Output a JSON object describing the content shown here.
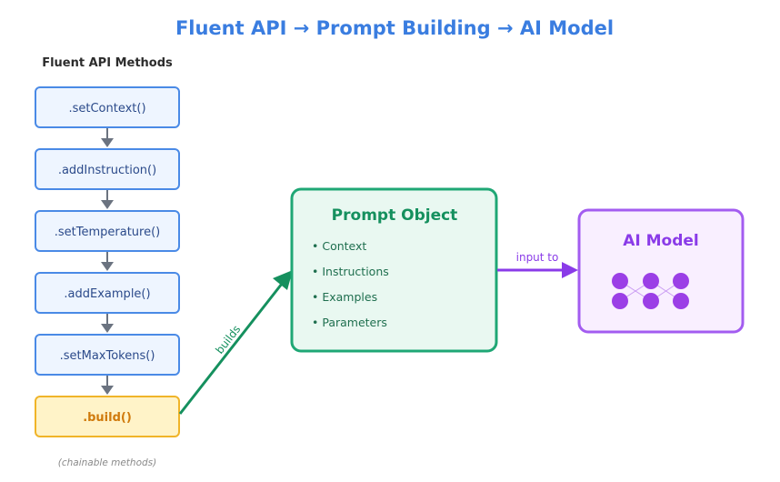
{
  "title": "Fluent API → Prompt Building → AI Model",
  "methods_panel": {
    "heading": "Fluent API Methods",
    "methods": [
      ".setContext()",
      ".addInstruction()",
      ".setTemperature()",
      ".addExample()",
      ".setMaxTokens()"
    ],
    "build": ".build()",
    "caption": "(chainable methods)"
  },
  "prompt_object": {
    "title": "Prompt Object",
    "items": [
      "• Context",
      "• Instructions",
      "• Examples",
      "• Parameters"
    ]
  },
  "ai_model": {
    "title": "AI Model",
    "icon": "neural-network-icon"
  },
  "edges": {
    "builds": "builds",
    "input_to": "input to"
  },
  "colors": {
    "title": "#3a7de0",
    "method_fill": "#eef5ff",
    "method_stroke": "#4a8ae6",
    "build_fill": "#fff3c8",
    "build_stroke": "#f0b429",
    "connector": "#6b7380",
    "prompt_fill": "#e9f8f1",
    "prompt_stroke": "#1fa775",
    "ai_fill": "#f9efff",
    "ai_stroke": "#a35cf0",
    "node": "#9b3fe6"
  }
}
